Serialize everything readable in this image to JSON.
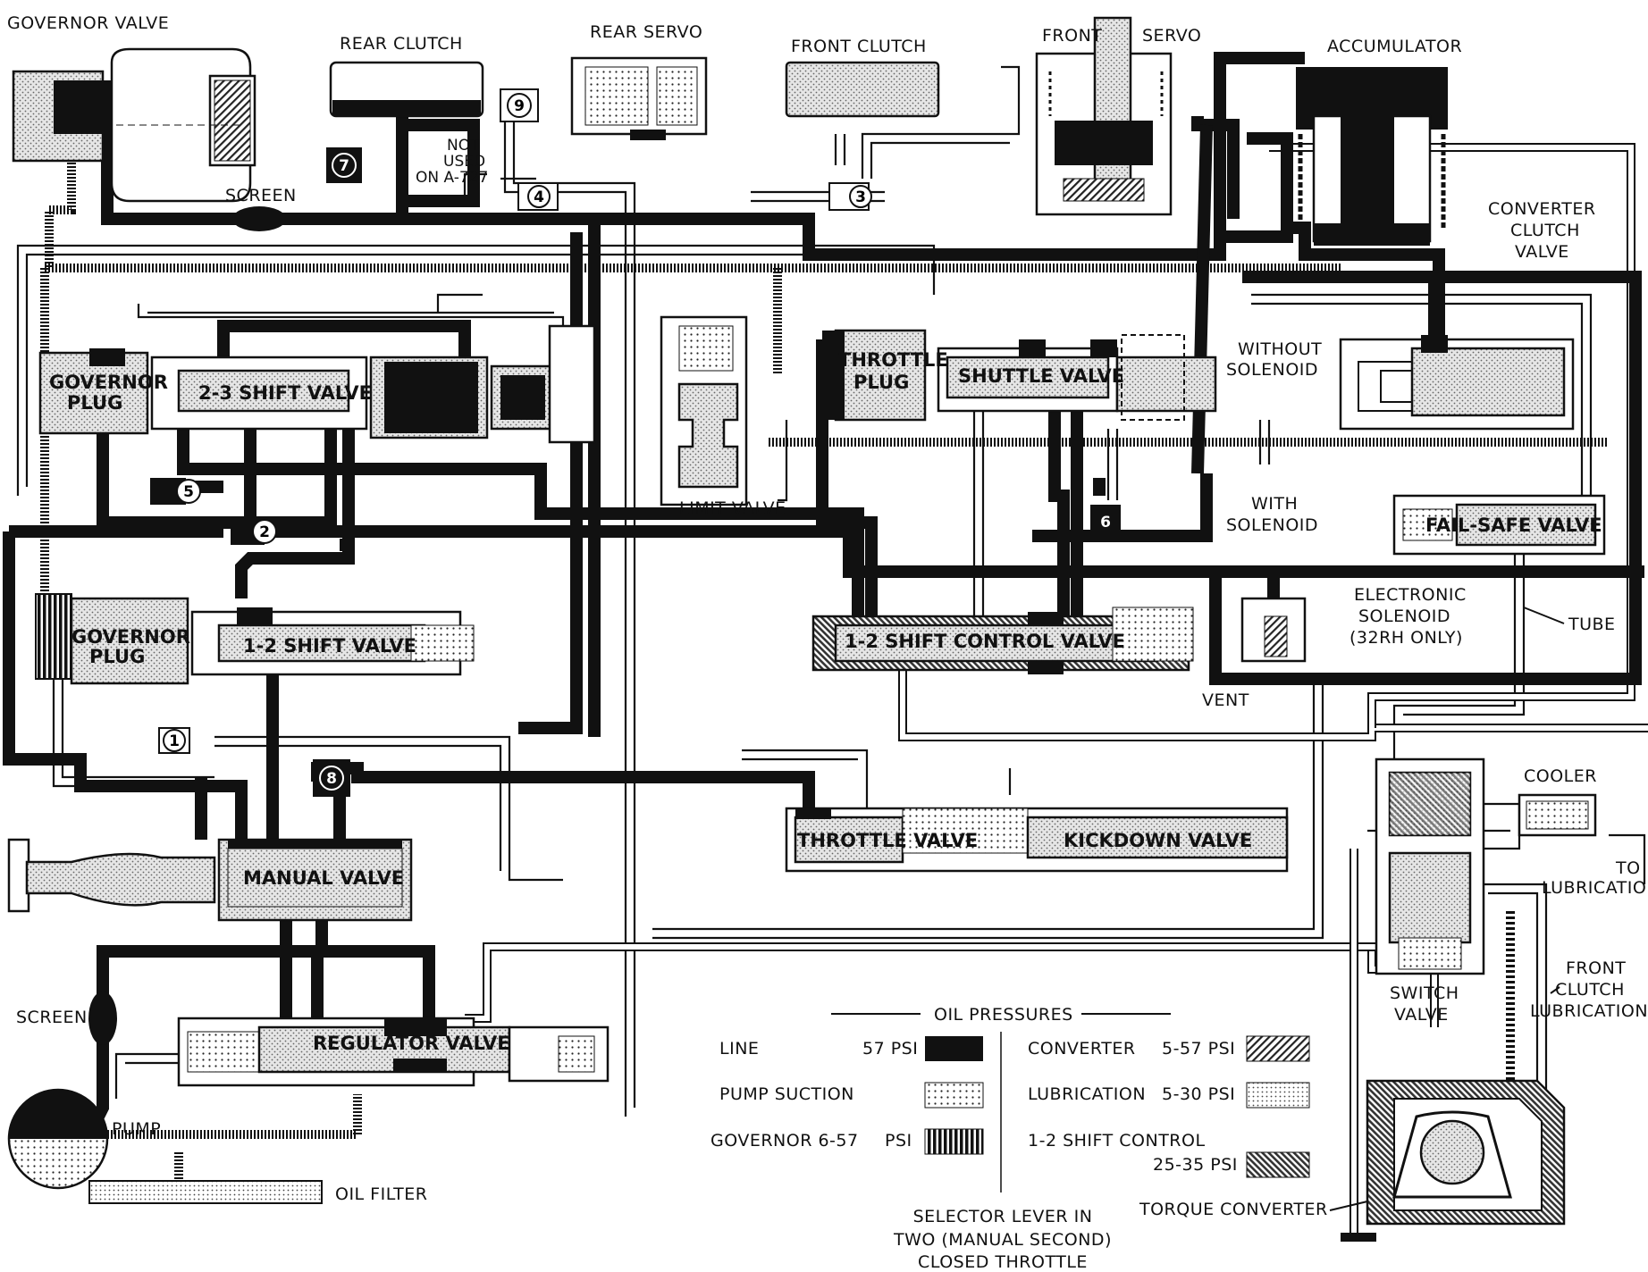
{
  "components": {
    "governor_valve": "GOVERNOR VALVE",
    "rear_clutch": "REAR CLUTCH",
    "rear_servo": "REAR SERVO",
    "front_clutch": "FRONT CLUTCH",
    "front_servo_a": "FRONT",
    "front_servo_b": "SERVO",
    "accumulator": "ACCUMULATOR",
    "screen_top": "SCREEN",
    "not_used_1": "NOT",
    "not_used_2": "USED",
    "not_used_3": "ON A-727",
    "converter_clutch_valve_1": "CONVERTER",
    "converter_clutch_valve_2": "CLUTCH",
    "converter_clutch_valve_3": "VALVE",
    "governor_plug_top_1": "GOVERNOR",
    "governor_plug_top_2": "PLUG",
    "shift_2_3": "2-3 SHIFT VALVE",
    "limit_valve": "LIMIT VALVE",
    "throttle_plug_1": "THROTTLE",
    "throttle_plug_2": "PLUG",
    "shuttle_valve": "SHUTTLE VALVE",
    "without_solenoid_1": "WITHOUT",
    "without_solenoid_2": "SOLENOID",
    "with_solenoid_1": "WITH",
    "with_solenoid_2": "SOLENOID",
    "fail_safe_valve": "FAIL-SAFE VALVE",
    "electronic_solenoid_1": "ELECTRONIC",
    "electronic_solenoid_2": "SOLENOID",
    "electronic_solenoid_3": "(32RH ONLY)",
    "tube": "TUBE",
    "governor_plug_low_1": "GOVERNOR",
    "governor_plug_low_2": "PLUG",
    "shift_1_2": "1-2 SHIFT VALVE",
    "shift_control_1_2": "1-2 SHIFT CONTROL VALVE",
    "vent": "VENT",
    "throttle_valve": "THROTTLE VALVE",
    "kickdown_valve": "KICKDOWN VALVE",
    "manual_valve": "MANUAL VALVE",
    "cooler": "COOLER",
    "to_lubrication_1": "TO",
    "to_lubrication_2": "LUBRICATION",
    "switch_valve_1": "SWITCH",
    "switch_valve_2": "VALVE",
    "front_clutch_lube_1": "FRONT",
    "front_clutch_lube_2": "CLUTCH",
    "front_clutch_lube_3": "LUBRICATION",
    "screen_bottom": "SCREEN",
    "regulator_valve": "REGULATOR VALVE",
    "pump": "PUMP",
    "oil_filter": "OIL FILTER",
    "torque_converter": "TORQUE CONVERTER"
  },
  "circuit_numbers": [
    "1",
    "2",
    "3",
    "4",
    "5",
    "6",
    "7",
    "8",
    "9"
  ],
  "legend": {
    "title": "OIL PRESSURES",
    "line": {
      "name": "LINE",
      "value": "57 PSI"
    },
    "pump_suction": {
      "name": "PUMP SUCTION"
    },
    "governor": {
      "name": "GOVERNOR 6-57",
      "value": "PSI"
    },
    "converter": {
      "name": "CONVERTER",
      "value": "5-57 PSI"
    },
    "lubrication": {
      "name": "LUBRICATION",
      "value": "5-30 PSI"
    },
    "shift_control": {
      "name": "1-2 SHIFT CONTROL",
      "value": "25-35 PSI"
    }
  },
  "caption": {
    "line1": "SELECTOR LEVER IN",
    "line2": "TWO (MANUAL SECOND)",
    "line3": "CLOSED THROTTLE"
  }
}
